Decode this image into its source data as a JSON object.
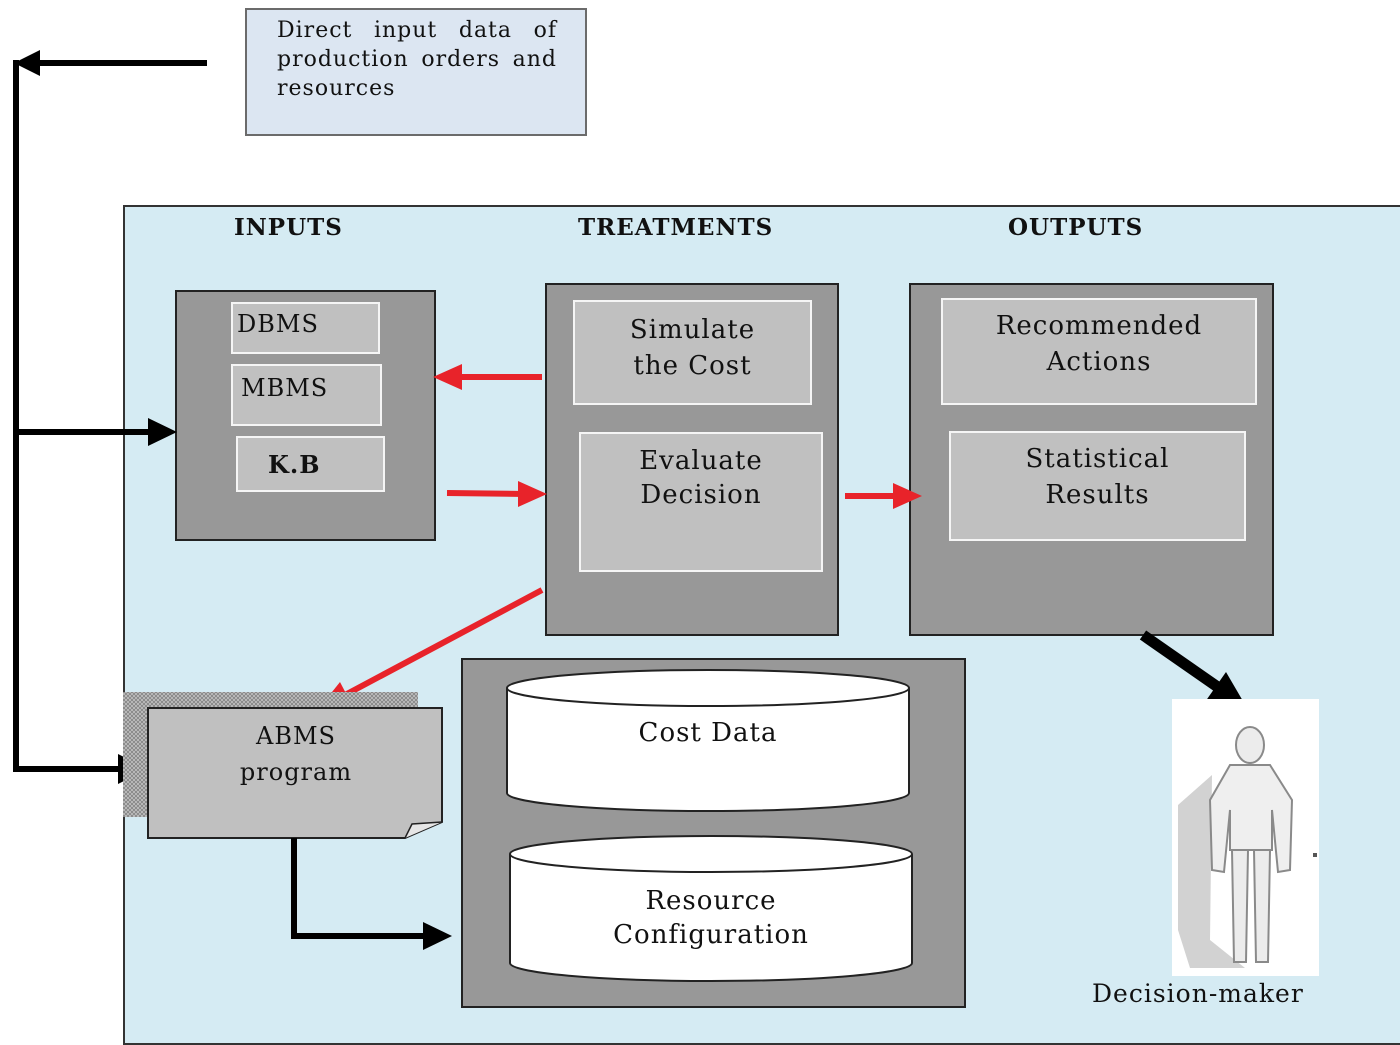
{
  "top_note": {
    "text": "Direct input data of production orders and resources"
  },
  "headers": {
    "inputs": "INPUTS",
    "treatments": "TREATMENTS",
    "outputs": "OUTPUTS"
  },
  "inputs": {
    "dbms": "DBMS",
    "mbms": "MBMS",
    "kb": "K.B"
  },
  "treatments": {
    "simulate_line1": "Simulate",
    "simulate_line2": "the Cost",
    "evaluate_line1": "Evaluate",
    "evaluate_line2": "Decision"
  },
  "outputs": {
    "recommended_line1": "Recommended",
    "recommended_line2": "Actions",
    "statistical_line1": "Statistical",
    "statistical_line2": "Results"
  },
  "abms": {
    "line1": "ABMS",
    "line2": "program"
  },
  "databases": {
    "cost": "Cost Data",
    "resource_line1": "Resource",
    "resource_line2": "Configuration"
  },
  "decision_maker": {
    "label": "Decision-maker"
  },
  "colors": {
    "panel": "#d5ebf3",
    "note": "#dce6f2",
    "dark_box": "#989898",
    "inner_box": "#c0c0c0",
    "red_arrow": "#e8232a",
    "black_arrow": "#000000"
  }
}
